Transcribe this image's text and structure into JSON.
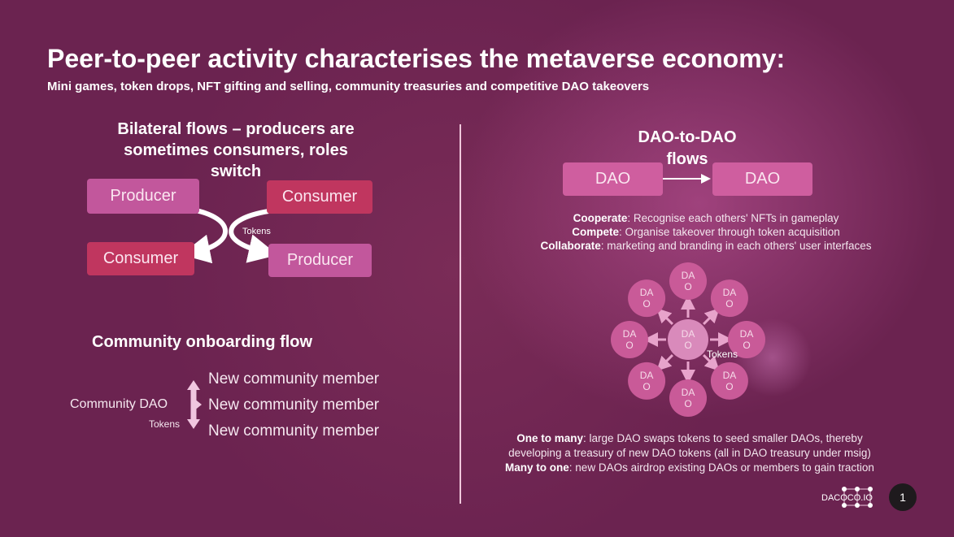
{
  "header": {
    "title": "Peer-to-peer activity characterises the metaverse economy:",
    "subtitle": "Mini games, token drops, NFT gifting and selling, community treasuries and competitive DAO takeovers"
  },
  "bilateral": {
    "heading_lines": [
      "Bilateral flows – producers are",
      "sometimes consumers, roles",
      "switch"
    ],
    "top_left": "Producer",
    "top_right": "Consumer",
    "bottom_left": "Consumer",
    "bottom_right": "Producer",
    "tokens_label": "Tokens"
  },
  "onboarding": {
    "heading": "Community onboarding flow",
    "source": "Community DAO",
    "tokens_label": "Tokens",
    "members": [
      "New community member",
      "New community member",
      "New community member"
    ]
  },
  "dao_to_dao": {
    "heading_lines": [
      "DAO-to-DAO",
      "flows"
    ],
    "left_box": "DAO",
    "right_box": "DAO",
    "relations": [
      {
        "term": "Cooperate",
        "text": ": Recognise each others' NFTs in gameplay"
      },
      {
        "term": "Compete",
        "text": ": Organise takeover through token acquisition"
      },
      {
        "term": "Collaborate",
        "text": ": marketing and branding in each others' user interfaces"
      }
    ]
  },
  "hub": {
    "center_label": [
      "DA",
      "O"
    ],
    "node_label": [
      "DA",
      "O"
    ],
    "tokens_label": "Tokens",
    "node_count": 8
  },
  "notes": [
    {
      "term": "One to many",
      "text": ": large DAO swaps tokens to seed smaller DAOs, thereby"
    },
    {
      "term": "",
      "text": "developing a treasury of new DAO tokens (all in DAO treasury under msig)"
    },
    {
      "term": "Many to one",
      "text": ": new DAOs airdrop existing DAOs or members to gain traction"
    }
  ],
  "footer": {
    "logo_text": "DACOCO.IO",
    "page_number": "1"
  },
  "colors": {
    "background": "#6b2350",
    "producer": "#c2579c",
    "consumer": "#c0365f",
    "dao_box": "#cf5e9f",
    "hub_node": "#c95a98",
    "hub_center": "#d98abb"
  }
}
